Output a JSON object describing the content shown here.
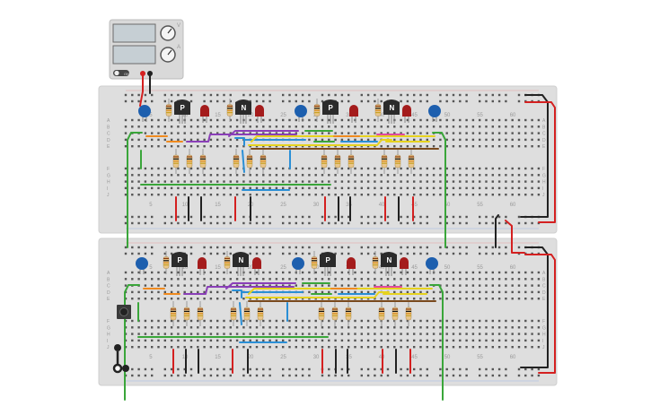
{
  "power_supply": {
    "name": "DC power supply",
    "knob_labels": [
      "V",
      "A"
    ],
    "toggle_label": "ON"
  },
  "boards": [
    {
      "id": "top-breadboard",
      "column_labels": [
        "5",
        "10",
        "15",
        "20",
        "25",
        "30",
        "35",
        "40",
        "45",
        "50",
        "55",
        "60"
      ],
      "row_labels_left": [
        "A",
        "B",
        "C",
        "D",
        "E",
        "F",
        "G",
        "H",
        "I",
        "J"
      ],
      "transistors": [
        {
          "type": "P"
        },
        {
          "type": "N"
        },
        {
          "type": "P"
        },
        {
          "type": "N"
        }
      ]
    },
    {
      "id": "bottom-breadboard",
      "column_labels": [
        "5",
        "10",
        "15",
        "20",
        "25",
        "30",
        "35",
        "40",
        "45",
        "50",
        "55",
        "60"
      ],
      "row_labels_left": [
        "A",
        "B",
        "C",
        "D",
        "E",
        "F",
        "G",
        "H",
        "I",
        "J"
      ],
      "transistors": [
        {
          "type": "P"
        },
        {
          "type": "N"
        },
        {
          "type": "P"
        },
        {
          "type": "N"
        }
      ]
    }
  ],
  "colors": {
    "board": "#dedede",
    "wire_red": "#d42020",
    "wire_black": "#222222",
    "wire_green": "#3aa63a",
    "wire_blue": "#2a8fd6",
    "wire_yellow": "#e6d21e",
    "wire_orange": "#f08a1e",
    "wire_purple": "#8a3fb8",
    "wire_brown": "#7a4a1e",
    "wire_pink": "#e04aa0",
    "capacitor": "#1d5fae",
    "led": "#a41c1c"
  }
}
